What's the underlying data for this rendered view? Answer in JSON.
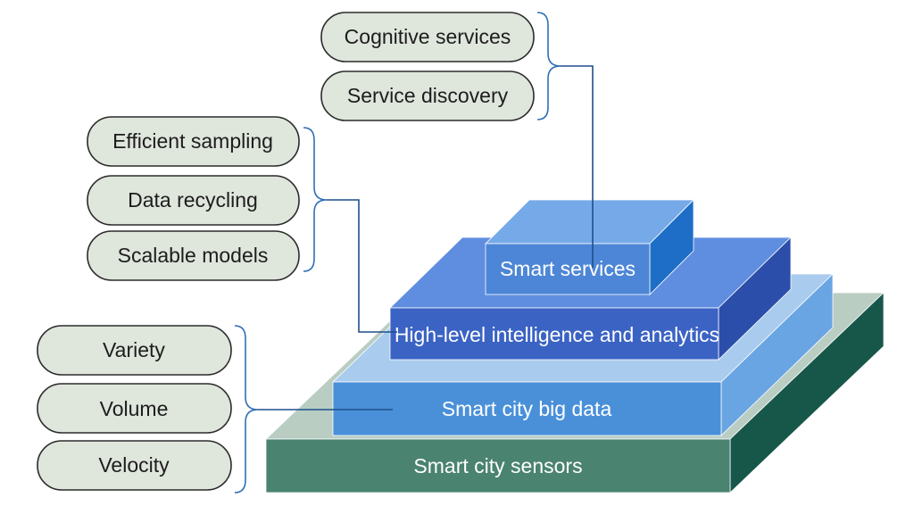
{
  "layers": {
    "sensors": "Smart city sensors",
    "big_data": "Smart city big data",
    "analytics": "High-level intelligence and analytics",
    "services": "Smart services"
  },
  "groups": {
    "services_group": [
      "Cognitive services",
      "Service discovery"
    ],
    "analytics_group": [
      "Efficient sampling",
      "Data recycling",
      "Scalable models"
    ],
    "data_group": [
      "Variety",
      "Volume",
      "Velocity"
    ]
  },
  "colors": {
    "sensors_front": "#4a8370",
    "sensors_top": "#b9cdc3",
    "sensors_side": "#17574a",
    "big_data_front": "#4a90d9",
    "big_data_top": "#a9cbee",
    "big_data_side": "#6aa5e3",
    "analytics_front": "#3b63c4",
    "analytics_top": "#5f8ee0",
    "analytics_side": "#2c4eab",
    "services_front": "#4d86d6",
    "services_top": "#76a9e8",
    "services_side": "#1e6ec7",
    "pill_fill": "#dfe6dc",
    "connector": "#1f4f8a",
    "brace": "#2f6fb5"
  }
}
